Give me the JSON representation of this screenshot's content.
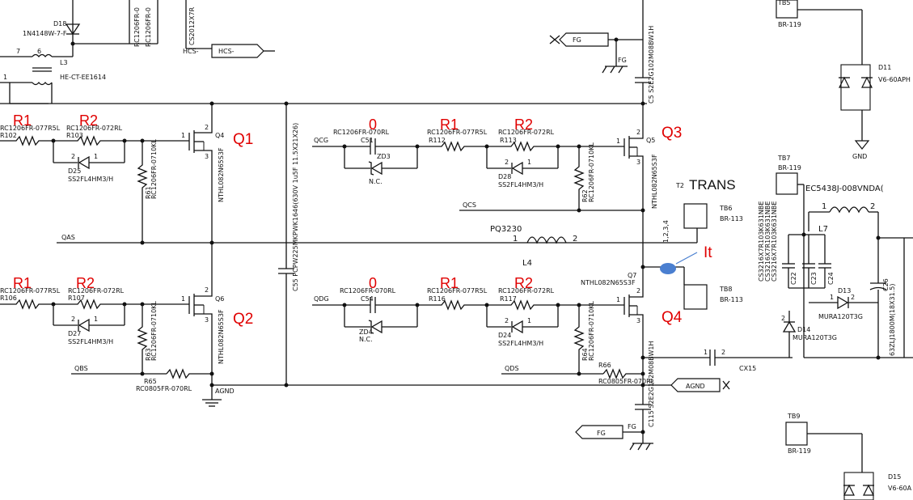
{
  "top": {
    "d18": "D18",
    "d18_part": "1N4148W-7-F",
    "hcs_label": "HCS-",
    "hcs_port": "HCS-",
    "l3": "L3",
    "l3_part": "HE-CT-EE1614",
    "pin7": "7",
    "pin6": "6",
    "pin1": "1",
    "res_a": "RC1206FR-0",
    "res_b": "RC1206FR-0",
    "cap_a": "CS2012X7R",
    "fg": "FG",
    "fg_gnd": "FG",
    "c_top": "C5 S2E2G102M08BW1H"
  },
  "q1_block": {
    "r1_ref": "R1",
    "r2_ref": "R2",
    "r102": "R102",
    "r103": "R103",
    "r102_part": "RC1206FR-077R5L",
    "r103_part": "RC1206FR-072RL",
    "d25": "D25",
    "d25_part": "SS2FL4HM3/H",
    "d25_p2": "2",
    "d25_p1": "1",
    "r61": "R61",
    "r61_part": "RC1206FR-0710KL",
    "q4": "Q4",
    "q4_part": "NTHL082N65S3F",
    "q4_p1": "1",
    "q4_p2": "2",
    "q4_p3": "3",
    "q1_label": "Q1"
  },
  "q2_block": {
    "r1_ref": "R1",
    "r2_ref": "R2",
    "r106": "R106",
    "r107": "R107",
    "r106_part": "RC1206FR-077R5L",
    "r107_part": "RC1206FR-072RL",
    "d27": "D27",
    "d27_part": "SS2FL4HM3/H",
    "d27_p2": "2",
    "d27_p1": "1",
    "r63": "R63",
    "r63_part": "RC1206FR-0710KL",
    "q6": "Q6",
    "q6_part": "NTHL082N65S3F",
    "q6_p1": "1",
    "q6_p2": "2",
    "q6_p3": "3",
    "q2_label": "Q2",
    "r65": "R65",
    "r65_part": "RC0805FR-070RL",
    "agnd": "AGND"
  },
  "nets": {
    "qas": "QAS",
    "qbs": "QBS",
    "qcs": "QCS",
    "qds": "QDS",
    "qcg": "QCG",
    "qdg": "QDG"
  },
  "c55": "C55 PCPW225MKPWK1646(630V 1u5F 11.5X21X26)",
  "q3_block": {
    "zero_ref": "0",
    "r1_ref": "R1",
    "r2_ref": "R2",
    "c51": "C51",
    "c51_part": "RC1206FR-070RL",
    "zd3": "ZD3",
    "zd3_nc": "N.C.",
    "r112": "R112",
    "r113": "R113",
    "r112_part": "RC1206FR-077R5L",
    "r113_part": "RC1206FR-072RL",
    "d28": "D28",
    "d28_part": "SS2FL4HM3/H",
    "d28_p2": "2",
    "d28_p1": "1",
    "r62": "R62",
    "r62_part": "RC1206FR-0710KL",
    "q5": "Q5",
    "q5_part": "NTHL082N65S3F",
    "q5_p1": "1",
    "q5_p2": "2",
    "q5_p3": "3",
    "q3_label": "Q3"
  },
  "q4_block": {
    "zero_ref": "0",
    "r1_ref": "R1",
    "r2_ref": "R2",
    "c54": "C54",
    "c54_part": "RC1206FR-070RL",
    "zd4": "ZD4",
    "zd4_nc": "N.C.",
    "r116": "R116",
    "r117": "R117",
    "r116_part": "RC1206FR-077R5L",
    "r117_part": "RC1206FR-072RL",
    "d24": "D24",
    "d24_part": "SS2FL4HM3/H",
    "d24_p2": "2",
    "d24_p1": "1",
    "r64": "R64",
    "r64_part": "RC1206FR-0710KL",
    "q7": "Q7",
    "q7_part": "NTHL082N65S3F",
    "q7_p1": "1",
    "q7_p2": "2",
    "q7_p3": "3",
    "q4_label": "Q4",
    "r66": "R66",
    "r66_part": "RC0805FR-070RL",
    "agnd_port": "AGND",
    "c_bot": "C115 S2E2G102M08BW1H",
    "fg": "FG",
    "fg_gnd": "FG"
  },
  "center": {
    "l4_part": "PQ3230",
    "l4": "L4",
    "l4_p1": "1",
    "l4_p2": "2",
    "t2": "T2",
    "trans": "TRANS",
    "t2_pins": "1,2,3,4",
    "tb6": "TB6",
    "tb6_part": "BR-113",
    "tb8": "TB8",
    "tb8_part": "BR-113",
    "it": "It",
    "cx": "CX15",
    "cx_p1": "1",
    "cx_p2": "2"
  },
  "right": {
    "tb5": "TB5",
    "tb5_part": "BR-119",
    "d11": "D11",
    "d11_part": "V6-60APH",
    "gnd": "GND",
    "tb7": "TB7",
    "tb7_part": "BR-119",
    "l7_part": "EC5438J-008VNDA(",
    "l7": "L7",
    "l7_p1": "1",
    "l7_p2": "2",
    "cs_caps": "CS3216X7R103K631NBE",
    "c22": "C22",
    "c23": "C23",
    "c24": "C24",
    "d13": "D13",
    "d13_part": "MURA120T3G",
    "d13_p1": "1",
    "d13_p2": "2",
    "d14": "D14",
    "d14_part": "MURA120T3G",
    "d14_p2": "2",
    "c26": "C26",
    "c26_part": "63ZLJ1800M(18X31.5)",
    "tb9": "TB9",
    "tb9_part": "BR-119",
    "d15": "D15",
    "d15_part": "V6-60A"
  }
}
